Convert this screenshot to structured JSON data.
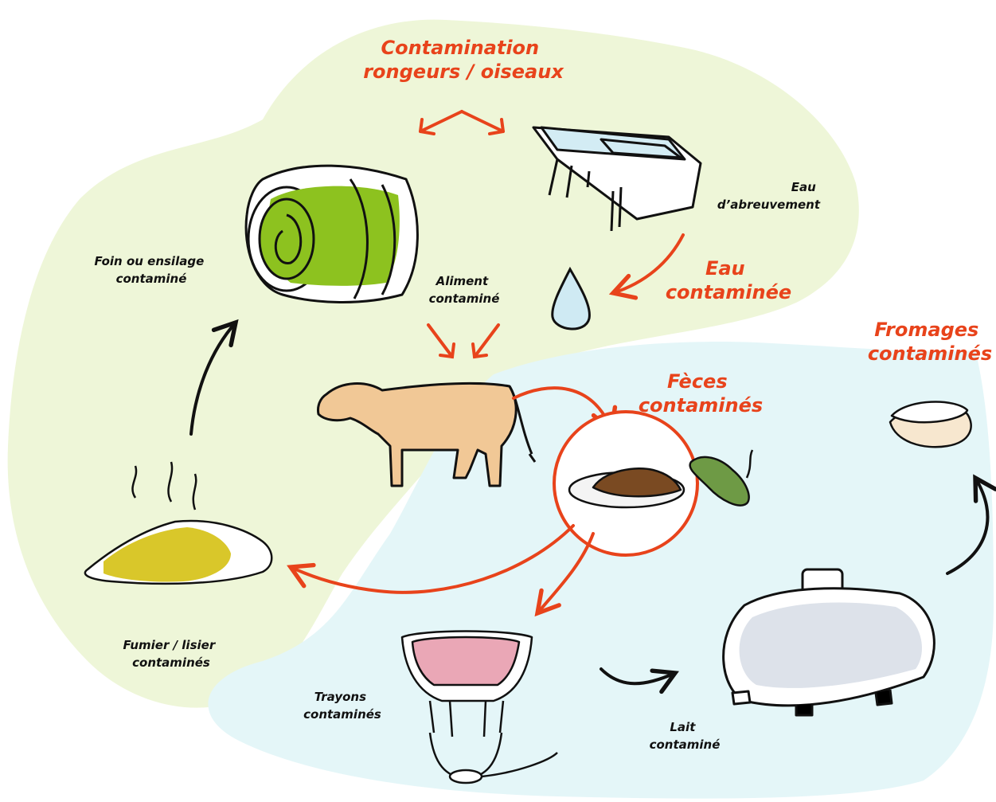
{
  "colors": {
    "zone_green": "#eef6d8",
    "zone_blue": "#e4f6f8",
    "accent_red": "#e8431b",
    "ink": "#111111",
    "hay_green": "#8dc21f",
    "cow": "#f1c896",
    "feces": "#7a4a22",
    "bacteria": "#6e9a45",
    "manure": "#d9c72a",
    "udder": "#eaa7b6",
    "tank": "#dde2ea",
    "water": "#d3ecf4"
  },
  "labels": {
    "rodents": [
      "Contamination",
      "rongeurs / oiseaux"
    ],
    "water_source": [
      "Eau",
      "d’abreuvement"
    ],
    "water_contaminated": [
      "Eau",
      "contaminée"
    ],
    "hay": [
      "Foin ou ensilage",
      "contaminé"
    ],
    "feed": [
      "Aliment",
      "contaminé"
    ],
    "feces": [
      "Fèces",
      "contaminés"
    ],
    "cheese": [
      "Fromages",
      "contaminés"
    ],
    "manure": [
      "Fumier / lisier",
      "contaminés"
    ],
    "teats": [
      "Trayons",
      "contaminés"
    ],
    "milk": [
      "Lait",
      "contaminé"
    ]
  }
}
